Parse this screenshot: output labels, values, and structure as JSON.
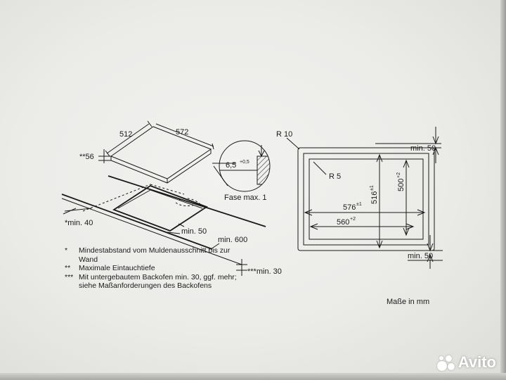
{
  "left_diagram": {
    "dim_width": "512",
    "dim_depth": "572",
    "dim_thickness": "**56",
    "dim_min_40": "*min. 40",
    "dim_min_50": "min. 50",
    "dim_min_600": "min. 600",
    "dim_min_30": "***min. 30"
  },
  "detail": {
    "chamfer_main": "6,5",
    "chamfer_tol": "+0,5",
    "chamfer_label": "Fase max. 1"
  },
  "right_diagram": {
    "radius_outer": "R 10",
    "radius_inner": "R 5",
    "min_50_top": "min. 50",
    "min_50_bottom": "min. 50",
    "dim_576": "576",
    "dim_576_sup": "±1",
    "dim_560": "560",
    "dim_560_sup": "+2",
    "dim_516": "516",
    "dim_516_sup": "±1",
    "dim_500": "500",
    "dim_500_sup": "+2"
  },
  "notes": [
    {
      "mark": "*",
      "text": "Mindestabstand vom Muldenausschnitt bis zur Wand"
    },
    {
      "mark": "**",
      "text": "Maximale Eintauchtiefe"
    },
    {
      "mark": "***",
      "text": "Mit untergebautem Backofen min. 30, ggf. mehr; siehe Maßanforderungen des Backofens"
    }
  ],
  "units_label": "Maße in mm",
  "watermark": {
    "brand": "Avito"
  }
}
